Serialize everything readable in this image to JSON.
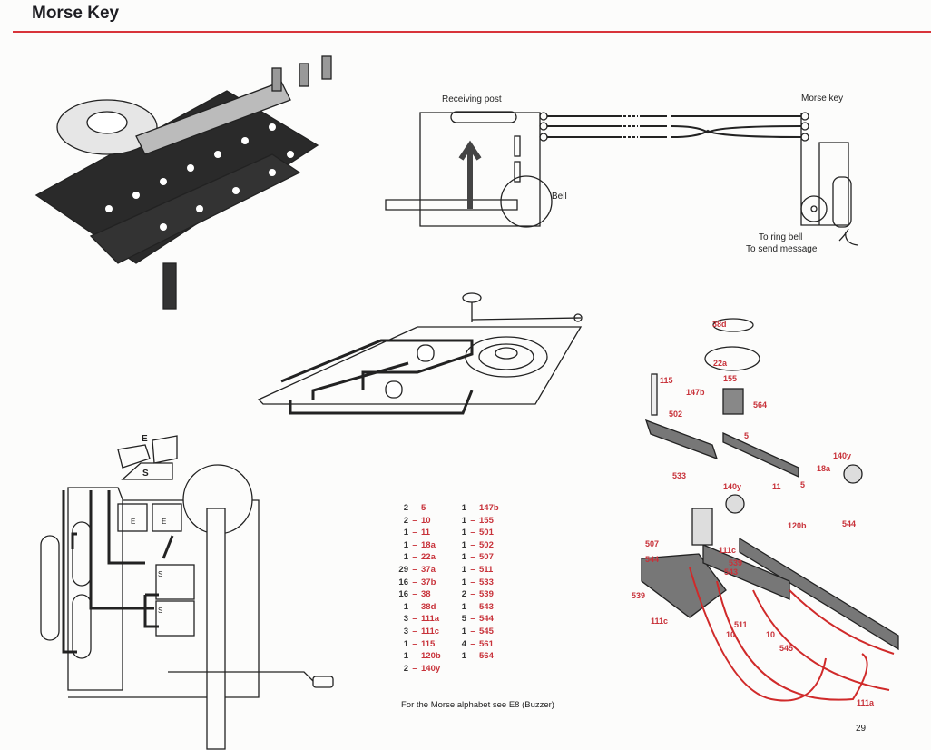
{
  "header": {
    "title": "Morse Key"
  },
  "schematic": {
    "receiving_post": "Receiving post",
    "morse_key": "Morse key",
    "bell": "Bell",
    "to_ring_bell": "To ring bell",
    "to_send_message": "To send message"
  },
  "wiring_diagram": {
    "plate_e": "E",
    "plate_s": "S",
    "terminal_e": "E",
    "terminal_s": "S"
  },
  "parts_list": {
    "col1": [
      {
        "qty": "2",
        "part": "5"
      },
      {
        "qty": "2",
        "part": "10"
      },
      {
        "qty": "1",
        "part": "11"
      },
      {
        "qty": "1",
        "part": "18a"
      },
      {
        "qty": "1",
        "part": "22a"
      },
      {
        "qty": "29",
        "part": "37a"
      },
      {
        "qty": "16",
        "part": "37b"
      },
      {
        "qty": "16",
        "part": "38"
      },
      {
        "qty": "1",
        "part": "38d"
      },
      {
        "qty": "3",
        "part": "111a"
      },
      {
        "qty": "3",
        "part": "111c"
      },
      {
        "qty": "1",
        "part": "115"
      },
      {
        "qty": "1",
        "part": "120b"
      },
      {
        "qty": "2",
        "part": "140y"
      }
    ],
    "col2": [
      {
        "qty": "1",
        "part": "147b"
      },
      {
        "qty": "1",
        "part": "155"
      },
      {
        "qty": "1",
        "part": "501"
      },
      {
        "qty": "1",
        "part": "502"
      },
      {
        "qty": "1",
        "part": "507"
      },
      {
        "qty": "1",
        "part": "511"
      },
      {
        "qty": "1",
        "part": "533"
      },
      {
        "qty": "2",
        "part": "539"
      },
      {
        "qty": "1",
        "part": "543"
      },
      {
        "qty": "5",
        "part": "544"
      },
      {
        "qty": "1",
        "part": "545"
      },
      {
        "qty": "4",
        "part": "561"
      },
      {
        "qty": "1",
        "part": "564"
      }
    ]
  },
  "exploded_labels": [
    "38d",
    "22a",
    "155",
    "115",
    "147b",
    "564",
    "502",
    "5",
    "140y",
    "18a",
    "533",
    "140y",
    "11",
    "5",
    "120b",
    "544",
    "507",
    "111c",
    "544",
    "539",
    "543",
    "539",
    "111c",
    "511",
    "10",
    "10",
    "545",
    "111a"
  ],
  "footer": {
    "note": "For the Morse alphabet see E8 (Buzzer)",
    "page_number": "29"
  },
  "colors": {
    "accent": "#d8343a",
    "wire": "#d02a2a",
    "part_label": "#c8323a"
  }
}
